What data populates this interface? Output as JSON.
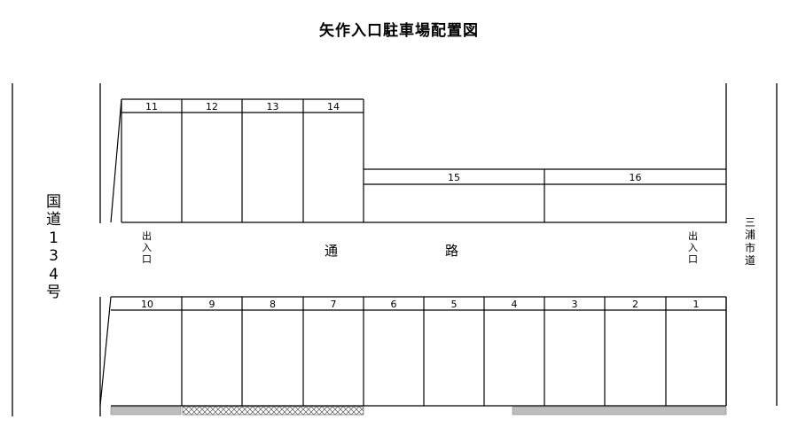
{
  "title": "矢作入口駐車場配置図",
  "left_road": [
    "国",
    "道",
    "1",
    "3",
    "4",
    "号"
  ],
  "right_road": [
    "三",
    "浦",
    "市",
    "道"
  ],
  "exit_label": [
    "出",
    "入",
    "口"
  ],
  "aisle_label": [
    "通",
    "路"
  ],
  "top_row_spaces": [
    "11",
    "12",
    "13",
    "14"
  ],
  "wide_spaces": [
    "15",
    "16"
  ],
  "bottom_row_spaces": [
    "10",
    "9",
    "8",
    "7",
    "6",
    "5",
    "4",
    "3",
    "2",
    "1"
  ]
}
